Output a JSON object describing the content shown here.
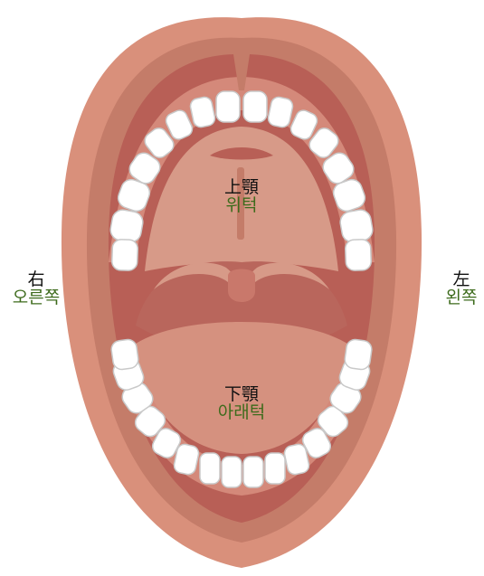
{
  "colors": {
    "lip": "#D9907B",
    "lip_edge": "#C47C69",
    "inner_mouth": "#B85F56",
    "gum": "#D4897A",
    "palate": "#D79A88",
    "throat": "#B9665C",
    "uvula": "#C9786B",
    "tongue": "#D5917F",
    "tooth": "#FFFFFF",
    "tooth_outline": "#C9C9C9",
    "korean_text": "#3D6B1C",
    "cjk_text": "#111111"
  },
  "labels": {
    "right": {
      "cjk": "右",
      "ko": "오른쪽"
    },
    "left": {
      "cjk": "左",
      "ko": "왼쪽"
    },
    "upper": {
      "cjk": "上顎",
      "ko": "위턱"
    },
    "lower": {
      "cjk": "下顎",
      "ko": "아래턱"
    }
  }
}
